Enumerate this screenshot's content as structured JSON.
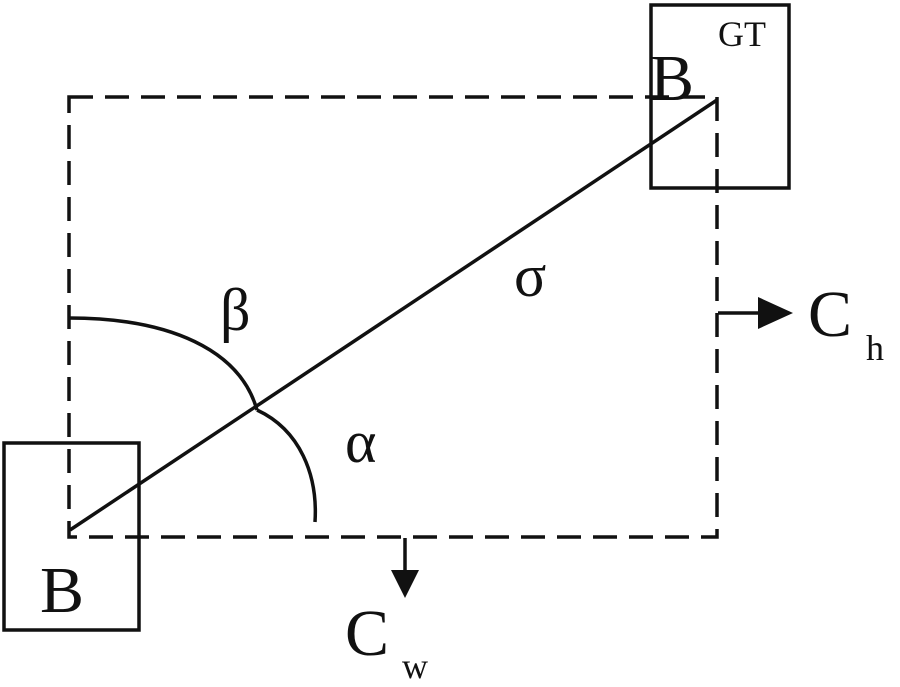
{
  "labels": {
    "box_b": "B",
    "box_gt_base": "B",
    "box_gt_sup": "GT",
    "angle_beta": "β",
    "angle_alpha": "α",
    "distance_sigma": "σ",
    "cw_base": "C",
    "cw_sub": "w",
    "ch_base": "C",
    "ch_sub": "h"
  },
  "colors": {
    "stroke": "#111111",
    "background": "#ffffff"
  }
}
